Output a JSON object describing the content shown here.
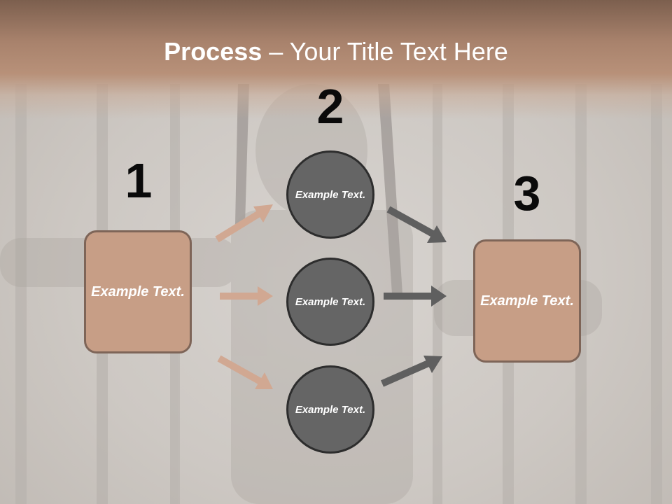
{
  "title": {
    "bold": "Process",
    "rest": " – Your Title Text Here"
  },
  "steps": {
    "one": "1",
    "two": "2",
    "three": "3"
  },
  "left_box": {
    "label": "Example Text."
  },
  "circles": [
    {
      "label": "Example Text."
    },
    {
      "label": "Example Text."
    },
    {
      "label": "Example Text."
    }
  ],
  "right_box": {
    "label": "Example Text."
  },
  "colors": {
    "header": "#a8826c",
    "box_fill": "#c79e86",
    "box_border": "#7e6558",
    "circle_fill": "#656565",
    "circle_border": "#2d2d2d",
    "arrow_left": "#d1a892",
    "arrow_right": "#5f5f5f"
  }
}
